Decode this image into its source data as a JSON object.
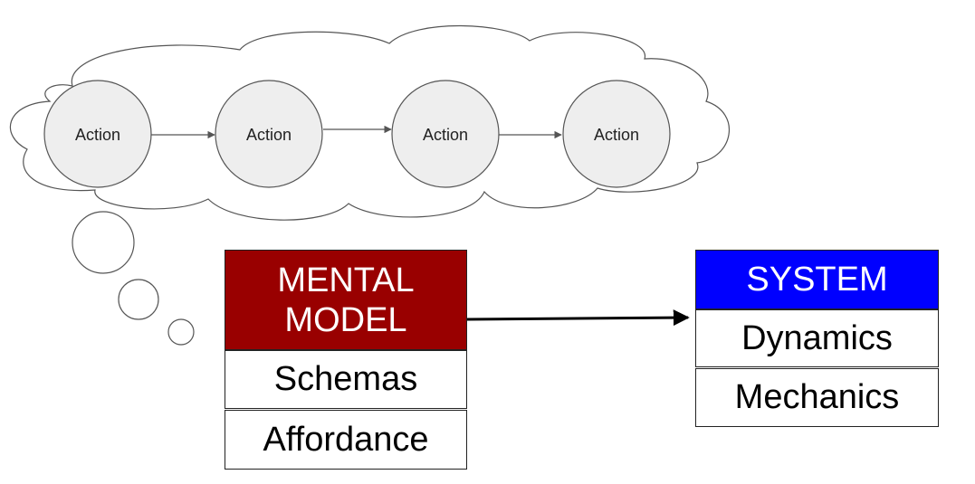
{
  "thought_cloud": {
    "actions": [
      "Action",
      "Action",
      "Action",
      "Action"
    ]
  },
  "mental_model": {
    "title_line1": "MENTAL",
    "title_line2": "MODEL",
    "rows": [
      "Schemas",
      "Affordance"
    ],
    "header_color": "#990000"
  },
  "system": {
    "title": "SYSTEM",
    "rows": [
      "Dynamics",
      "Mechanics"
    ],
    "header_color": "#0000ff"
  }
}
